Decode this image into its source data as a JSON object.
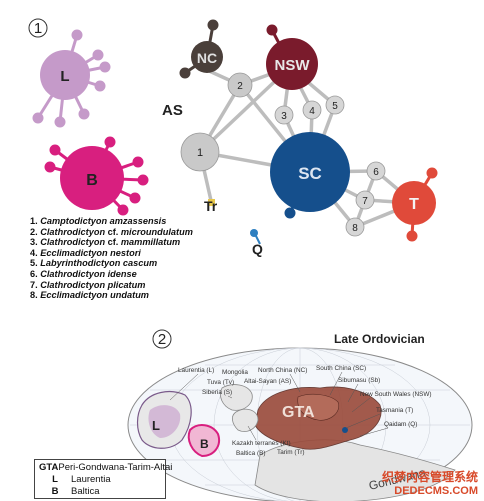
{
  "colors": {
    "edge": "#bdbdbd",
    "L": "#c59ac9",
    "B": "#d81f7f",
    "NC": "#4a3f3a",
    "NSW": "#7a1b2c",
    "SC": "#154f8c",
    "T": "#e04a3a",
    "numbered": "#c9c9c9",
    "Q": "#2d7fc1",
    "Tr": "#e8c84a",
    "ocean": "#f4f7fb",
    "land": "#e8e8e8",
    "gta": "#9a4a3a"
  },
  "panel1": {
    "number": "1",
    "nodes": {
      "L": "L",
      "B": "B",
      "NC": "NC",
      "NSW": "NSW",
      "AS": "AS",
      "SC": "SC",
      "T": "T",
      "Tr": "Tr",
      "Q": "Q",
      "n1": "1",
      "n2": "2",
      "n3": "3",
      "n4": "4",
      "n5": "5",
      "n6": "6",
      "n7": "7",
      "n8": "8"
    },
    "species": [
      {
        "num": "1.",
        "name": "Camptodictyon amzassensis",
        "cf": ""
      },
      {
        "num": "2.",
        "name": "Clathrodictyon",
        "cf": " cf. ",
        "name2": "microundulatum"
      },
      {
        "num": "3.",
        "name": "Clathrodictyon",
        "cf": " cf. ",
        "name2": "mammillatum"
      },
      {
        "num": "4.",
        "name": "Ecclimadictyon nestori",
        "cf": ""
      },
      {
        "num": "5.",
        "name": "Labyrinthodictyon cascum",
        "cf": ""
      },
      {
        "num": "6.",
        "name": "Clathrodictyon idense",
        "cf": ""
      },
      {
        "num": "7.",
        "name": "Clathrodictyon plicatum",
        "cf": ""
      },
      {
        "num": "8.",
        "name": "Ecclimadictyon undatum",
        "cf": ""
      }
    ]
  },
  "panel2": {
    "number": "2",
    "title": "Late Ordovician",
    "map_labels": {
      "laurentia": "Laurentia (L)",
      "mongolia": "Mongolia",
      "tuva": "Tuva (Tv)",
      "siberia": "Siberia (S)",
      "north_china": "North China (NC)",
      "altai": "Altai-Sayan (AS)",
      "south_china": "South China (SC)",
      "sibumasu": "Sibumasu (Sb)",
      "nsw": "New South Wales (NSW)",
      "tasmania": "Tasmania (T)",
      "qaidam": "Qaidam (Q)",
      "kazakh": "Kazakh terranes (Kt)",
      "baltica": "Baltica (B)",
      "tarim": "Tarim (Tr)",
      "gta": "GTA",
      "gondwana": "Gondwana",
      "L": "L",
      "B": "B"
    },
    "legend": [
      {
        "code": "GTA",
        "desc": "Peri-Gondwana-Tarim-Altai"
      },
      {
        "code": "L",
        "desc": "Laurentia"
      },
      {
        "code": "B",
        "desc": "Baltica"
      }
    ]
  },
  "watermark": {
    "line1": "织梦内容管理系统",
    "line2": "DEDECMS.COM"
  }
}
